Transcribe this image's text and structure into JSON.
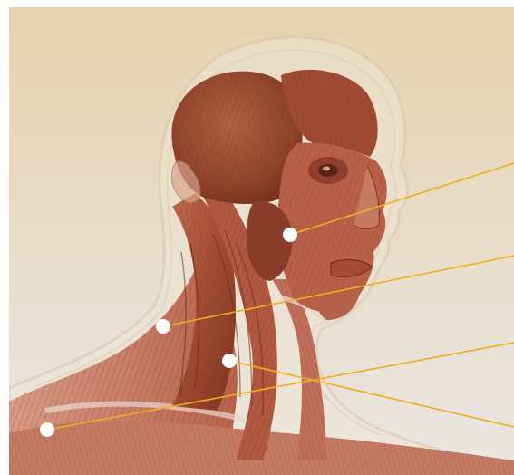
{
  "image": {
    "subject": "anatomy-head-neck-muscles-illustration",
    "colors": {
      "background_top": "#e6d2ae",
      "background_bottom": "#e9e7e4",
      "skin_shell": "#e8dcc9",
      "muscle_dark": "#8a3d28",
      "muscle_mid": "#b35a3f",
      "muscle_light": "#d3937c",
      "tendon": "#ead9cf",
      "leader_line": "#f2ad1d",
      "marker": "#ffffff"
    }
  },
  "markers": [
    {
      "id": "marker-cheek-masseter",
      "line": "leader-line-1"
    },
    {
      "id": "marker-neck-side",
      "line": "leader-line-2"
    },
    {
      "id": "marker-neck-front",
      "line": "leader-line-3"
    },
    {
      "id": "marker-shoulder-trapezius",
      "line": "leader-line-4"
    }
  ]
}
